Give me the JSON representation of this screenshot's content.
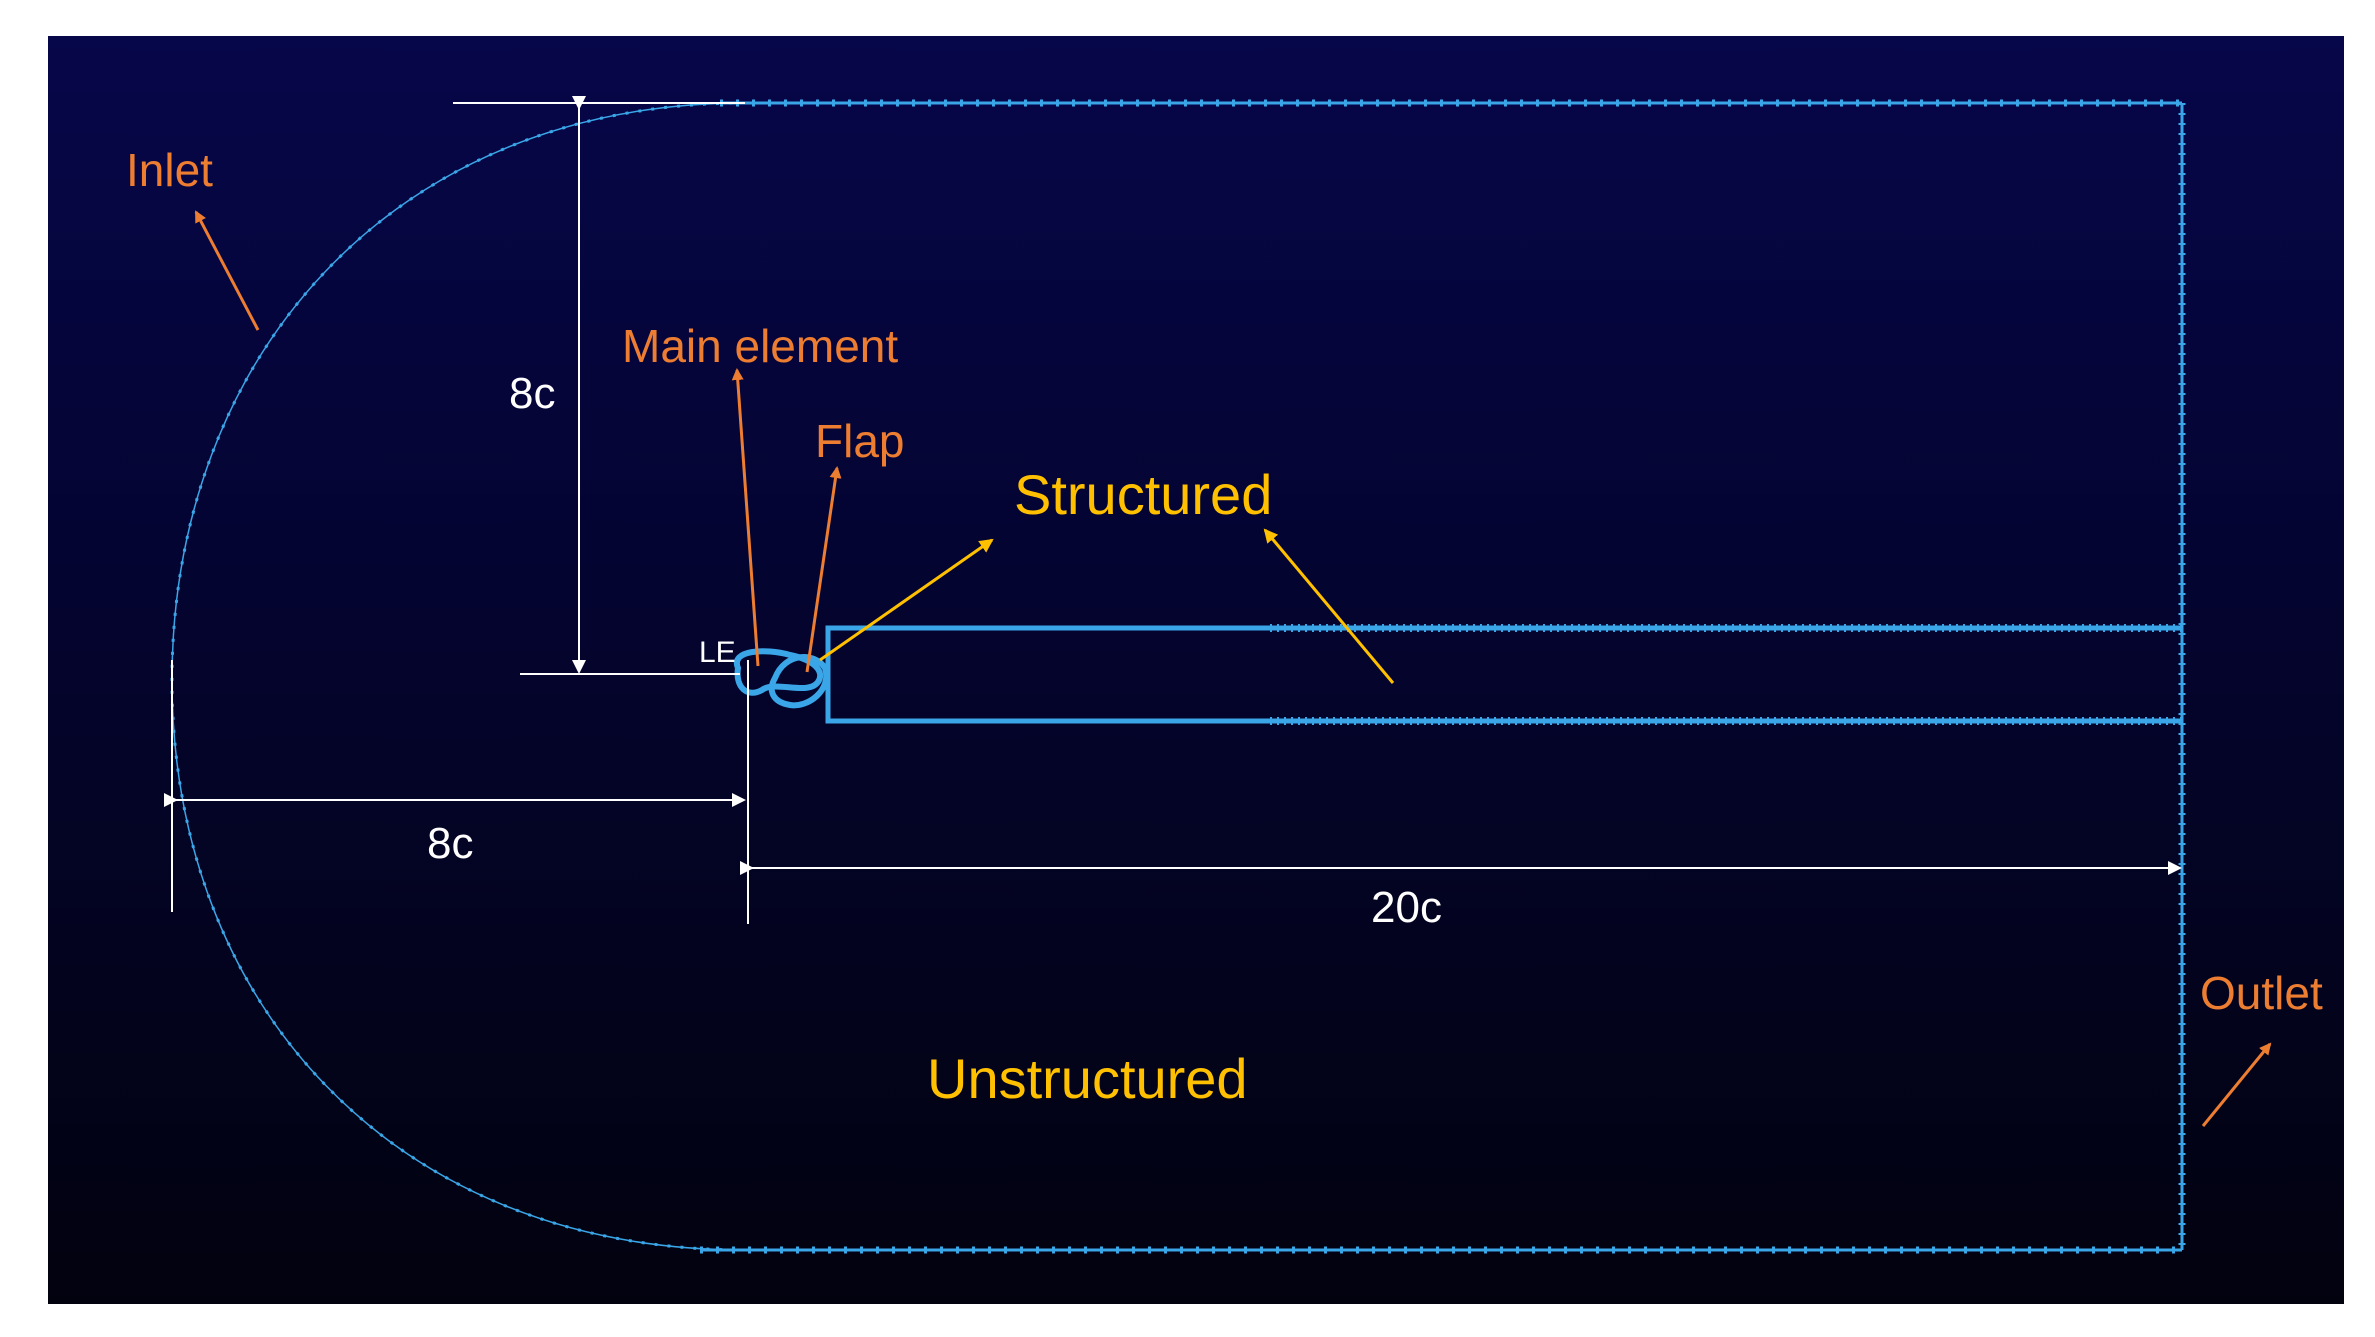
{
  "labels": {
    "inlet": "Inlet",
    "outlet": "Outlet",
    "main_element": "Main element",
    "flap": "Flap",
    "structured": "Structured",
    "unstructured": "Unstructured",
    "le": "LE"
  },
  "dimensions": {
    "vertical": "8c",
    "upstream": "8c",
    "downstream": "20c"
  },
  "colors": {
    "background_top": "#06064a",
    "background_bottom": "#02020f",
    "boundary": "#3aa6e8",
    "dimension_lines": "#ffffff",
    "label_orange": "#ed7d31",
    "label_gold": "#ffc000",
    "arrow_orange": "#ed7d31",
    "arrow_gold": "#ffc000"
  }
}
